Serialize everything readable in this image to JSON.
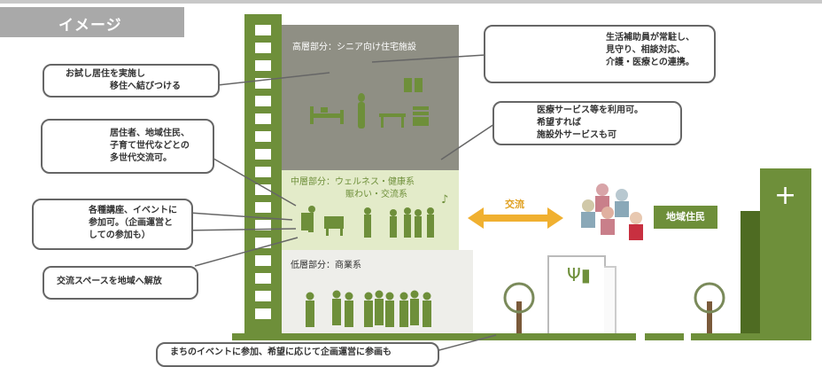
{
  "tab": {
    "title": "イメージ"
  },
  "building": {
    "high_label": "高層部分：シニア向け住宅施設",
    "mid_label_1": "中層部分：ウェルネス・健康系",
    "mid_label_2": "賑わい・交流系",
    "low_label": "低層部分：商業系"
  },
  "callouts": {
    "trial": [
      "お試し居住を実施し",
      "移住へ結びつける"
    ],
    "support": [
      "生活補助員が常駐し、",
      "見守り、相談対応、",
      "介護・医療との連携。"
    ],
    "medical": [
      "医療サービス等を利用可。",
      "希望すれば",
      "施設外サービスも可"
    ],
    "multigen": [
      "居住者、地域住民、",
      "子育て世代などとの",
      "多世代交流可。"
    ],
    "events": [
      "各種講座、イベントに",
      "参加可。（企画運営と",
      "しての参加も）"
    ],
    "space": "交流スペースを地域へ解放",
    "town": "まちのイベントに参加、希望に応じて企画運営に参画も"
  },
  "exchange_label": "交流",
  "music_note": "♪",
  "community_label": "地域住民",
  "hospital_cross": "+",
  "restaurant_symbol": "Ψ▮",
  "colors": {
    "green": "#6e8f3a",
    "dark_green": "#4e6b22",
    "gray_block": "#8f8f84",
    "mid_block": "#e3ebc9",
    "arrow": "#f0b030"
  },
  "icons": [
    "house-figure-icon",
    "hospital-icon",
    "wheelchair-icon",
    "family-icon",
    "elderly-icon",
    "tree-icon"
  ]
}
